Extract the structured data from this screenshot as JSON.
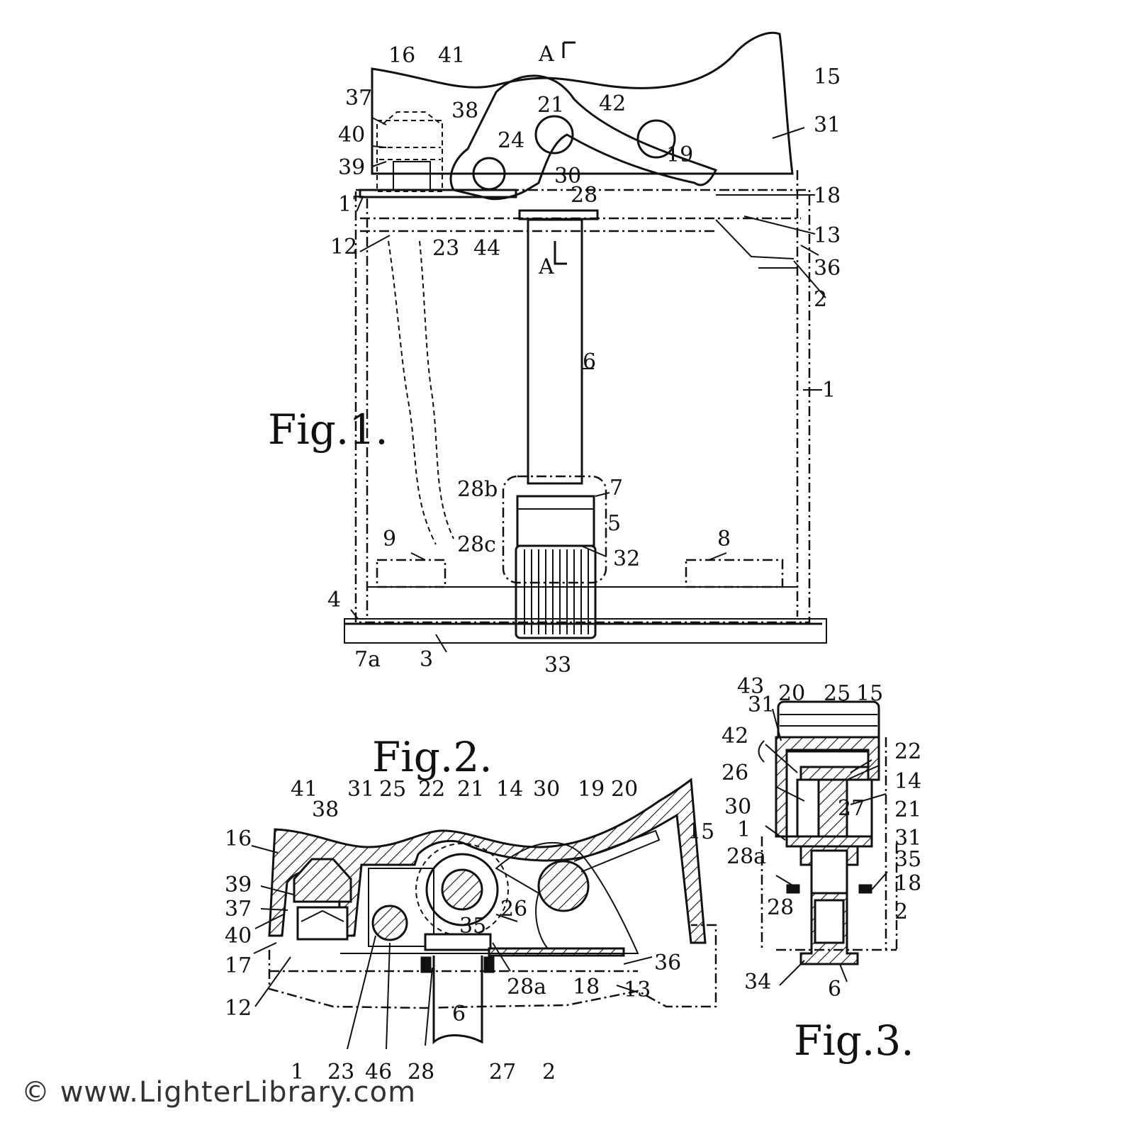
{
  "figures": {
    "fig1": "Fig.1.",
    "fig2": "Fig.2.",
    "fig3": "Fig.3."
  },
  "section_marks": {
    "top": "A",
    "bottom": "A"
  },
  "fig1_labels": [
    "16",
    "41",
    "37",
    "38",
    "40",
    "39",
    "17",
    "12",
    "23",
    "44",
    "24",
    "21",
    "30",
    "42",
    "19",
    "15",
    "31",
    "18",
    "13",
    "36",
    "2",
    "28",
    "6",
    "1",
    "28b",
    "7",
    "5",
    "28c",
    "32",
    "9",
    "8",
    "4",
    "7a",
    "3",
    "33"
  ],
  "fig2_labels": [
    "41",
    "31",
    "25",
    "22",
    "21",
    "14",
    "30",
    "19",
    "20",
    "15",
    "16",
    "38",
    "39",
    "37",
    "40",
    "17",
    "12",
    "1",
    "23",
    "46",
    "28",
    "35",
    "27",
    "6",
    "28a",
    "18",
    "36",
    "13",
    "2",
    "26"
  ],
  "fig3_labels": [
    "43",
    "20",
    "25",
    "15",
    "31",
    "42",
    "26",
    "27",
    "30",
    "1",
    "28a",
    "28",
    "34",
    "6",
    "22",
    "14",
    "21",
    "31",
    "35",
    "18",
    "2"
  ],
  "watermark": "© www.LighterLibrary.com"
}
